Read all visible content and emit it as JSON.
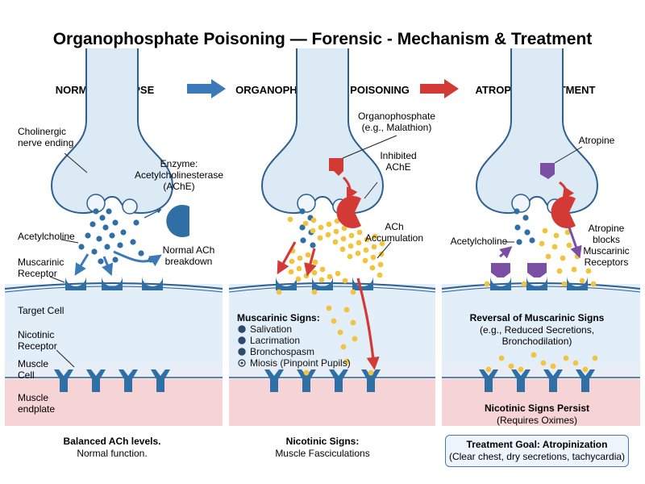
{
  "title": "Organophosphate Poisoning — Forensic - Mechanism & Treatment",
  "colors": {
    "neuron_fill": "#dceaf5",
    "neuron_stroke": "#2f5f8f",
    "ach_blue": "#2f6fa6",
    "op_yellow": "#f2c43d",
    "op_red": "#d43a35",
    "atropine_purple": "#7b4fa3",
    "receptor_blue": "#2f6fa6",
    "cell_band": "#e2eef8",
    "muscle_band": "#f6d3d5",
    "arrow_blue": "#3b79b8",
    "arrow_red": "#d43a35"
  },
  "panels": [
    {
      "id": "normal",
      "header": "NORMAL SYNAPSE",
      "labels": {
        "nerve_ending": "Cholinergic\nnerve ending",
        "enzyme": "Enzyme:\nAcetylcholinesterase\n(AChE)",
        "acetylcholine": "Acetylcholine",
        "breakdown": "Normal ACh\nbreakdown",
        "muscarinic_receptor": "Muscarinic\nReceptor",
        "target_cell": "Target Cell",
        "nicotinic_receptor": "Nicotinic\nReceptor",
        "muscle_cell": "Muscle\nCell",
        "muscle_endplate": "Muscle\nendplate"
      },
      "footer_title": "Balanced ACh levels.",
      "footer_text": "Normal function."
    },
    {
      "id": "poisoning",
      "header": "ORGANOPHOSPHATE POISONING",
      "labels": {
        "organophosphate": "Organophosphate\n(e.g., Malathion)",
        "inhibited": "Inhibited\nAChE",
        "accumulation": "ACh\nAccumulation"
      },
      "signs_title": "Muscarinic Signs:",
      "signs": [
        {
          "icon": "droplet-icon",
          "text": "Salivation"
        },
        {
          "icon": "eye-icon",
          "text": "Lacrimation"
        },
        {
          "icon": "lungs-icon",
          "text": "Bronchospasm"
        },
        {
          "icon": "pupil-icon",
          "text": "Miosis (Pinpoint Pupils)"
        }
      ],
      "footer_title": "Nicotinic Signs:",
      "footer_text": "Muscle Fasciculations"
    },
    {
      "id": "atropine",
      "header": "ATROPINE TREATMENT",
      "labels": {
        "atropine": "Atropine",
        "acetylcholine": "Acetylcholine",
        "blocks": "Atropine\nblocks\nMuscarinic\nReceptors"
      },
      "reversal_title": "Reversal of Muscarinic Signs",
      "reversal_text": "(e.g., Reduced Secretions,\nBronchodilation)",
      "nicotinic_title": "Nicotinic Signs Persist",
      "nicotinic_text": "(Requires Oximes)",
      "goal_title": "Treatment Goal: Atropinization",
      "goal_text": "(Clear chest, dry secretions, tachycardia)"
    }
  ]
}
